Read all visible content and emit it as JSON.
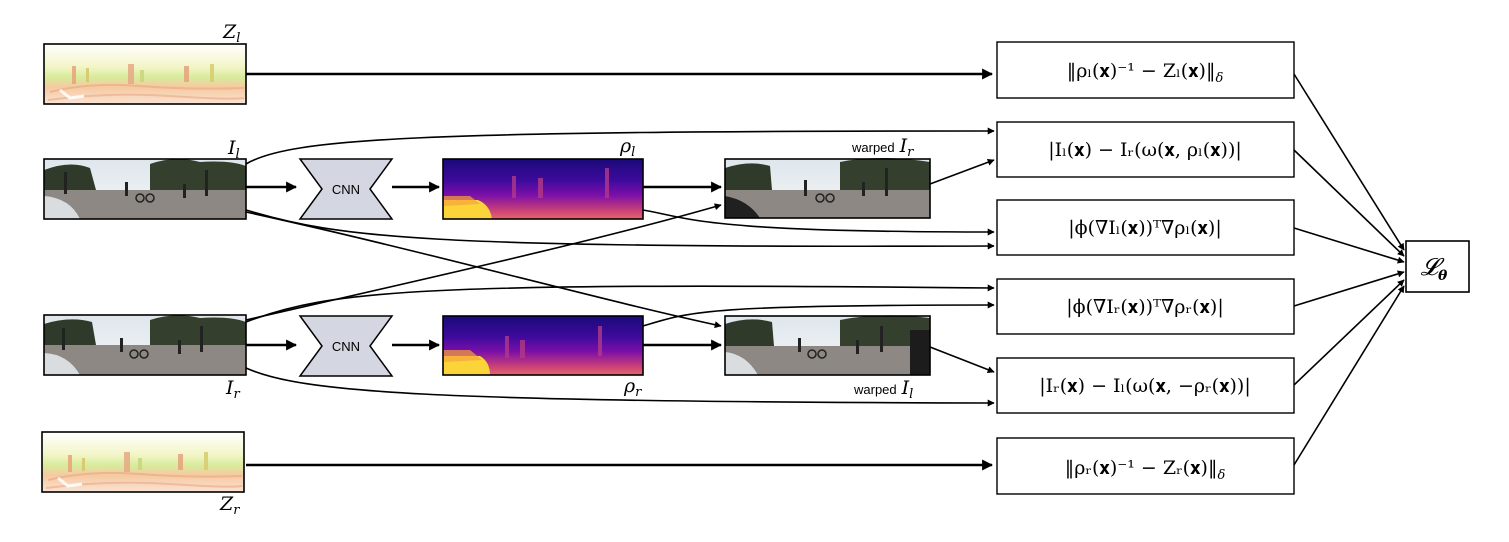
{
  "labels": {
    "z_left": "Z",
    "z_left_sub": "l",
    "z_right": "Z",
    "z_right_sub": "r",
    "i_left": "I",
    "i_left_sub": "l",
    "i_right": "I",
    "i_right_sub": "r",
    "rho_left": "ρ",
    "rho_left_sub": "l",
    "rho_right": "ρ",
    "rho_right_sub": "r",
    "warped_word": "warped",
    "warped_ir": "I",
    "warped_ir_sub": "r",
    "warped_il": "I",
    "warped_il_sub": "l"
  },
  "cnn": {
    "top": "CNN",
    "bottom": "CNN"
  },
  "loss_terms": {
    "t1": "‖ρₗ(𝐱)⁻¹ − Zₗ(𝐱)‖",
    "t1_sub": "δ",
    "t2": "|Iₗ(𝐱) − Iᵣ(ω(𝐱, ρₗ(𝐱))|",
    "t3": "|ϕ(∇Iₗ(𝐱))ᵀ∇ρₗ(𝐱)|",
    "t4": "|ϕ(∇Iᵣ(𝐱))ᵀ∇ρᵣ(𝐱)|",
    "t5": "|Iᵣ(𝐱) − Iₗ(ω(𝐱, −ρᵣ(𝐱))|",
    "t6": "‖ρᵣ(𝐱)⁻¹ − Zᵣ(𝐱)‖",
    "t6_sub": "δ"
  },
  "total_loss": {
    "symbol": "𝓛",
    "sub": "θ"
  },
  "colors": {
    "stroke": "#000000",
    "cnn_fill": "#d4d6e2",
    "depth_low": "#0d0887",
    "depth_mid": "#cc4778",
    "depth_high": "#f0f921",
    "sky": "#e9eef2",
    "road": "#8b8680"
  }
}
